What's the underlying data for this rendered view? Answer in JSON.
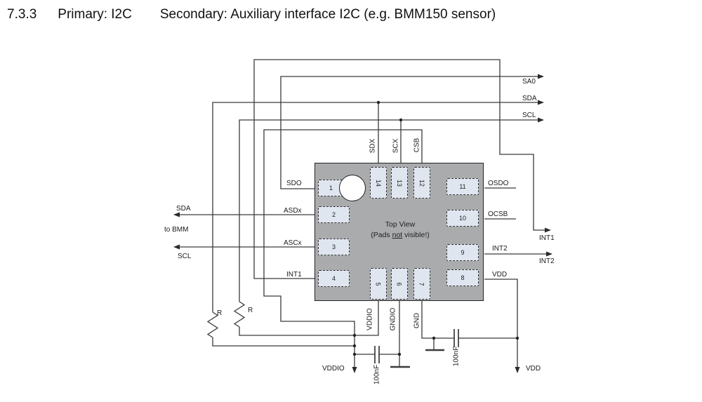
{
  "title": {
    "section": "7.3.3",
    "primary": "Primary: I2C",
    "secondary": "Secondary: Auxiliary interface I2C (e.g. BMM150 sensor)"
  },
  "chip": {
    "top_view": "Top View",
    "pads_note_pre": "(Pads ",
    "pads_note_underlined": "not",
    "pads_note_post": " visible!)",
    "pads": [
      "1",
      "2",
      "3",
      "4",
      "5",
      "6",
      "7",
      "8",
      "9",
      "10",
      "11",
      "12",
      "13",
      "14"
    ]
  },
  "pins": {
    "sdo": "SDO",
    "asdx": "ASDx",
    "ascx": "ASCx",
    "int1": "INT1",
    "vddio": "VDDIO",
    "gndio": "GNDIO",
    "gnd": "GND",
    "vdd": "VDD",
    "int2": "INT2",
    "ocsb": "OCSB",
    "osdo": "OSDO",
    "csb": "CSB",
    "scx": "SCX",
    "sdx": "SDX"
  },
  "external": {
    "sa0": "SA0",
    "sda_host": "SDA",
    "scl_host": "SCL",
    "sda_bmm": "SDA",
    "to_bmm": "to BMM",
    "scl_bmm": "SCL",
    "int1_out": "INT1",
    "int2_out": "INT2",
    "vddio_supply": "VDDIO",
    "vdd_supply": "VDD"
  },
  "components": {
    "r1": "R",
    "r2": "R",
    "c1": "100nF",
    "c2": "100nF"
  },
  "colors": {
    "chip_fill": "#aaabad",
    "pad_fill": "#e0e6f0",
    "wire": "#3a3a3a",
    "text": "#1a1a1a",
    "background": "#ffffff"
  }
}
